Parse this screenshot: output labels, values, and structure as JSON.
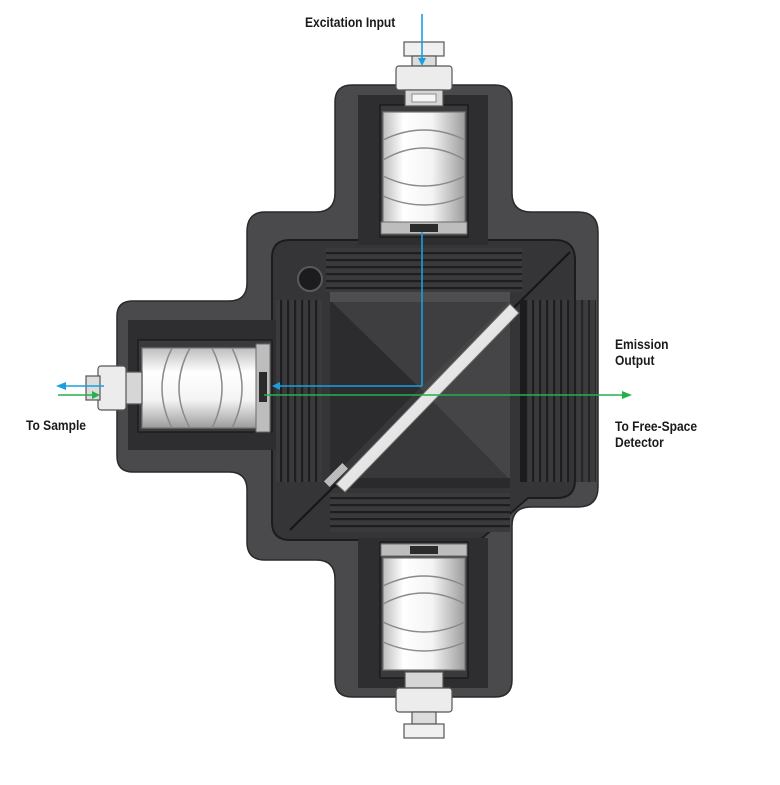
{
  "labels": {
    "excitation_input": "Excitation Input",
    "emission_output_line1": "Emission",
    "emission_output_line2": "Output",
    "to_sample": "To Sample",
    "to_detector_line1": "To Free-Space",
    "to_detector_line2": "Detector"
  },
  "colors": {
    "excitation_beam": "#1a9fe0",
    "emission_beam": "#22b14c",
    "housing": "#4a4a4c",
    "cavity": "#323234",
    "lens": "#f2f2f2"
  }
}
